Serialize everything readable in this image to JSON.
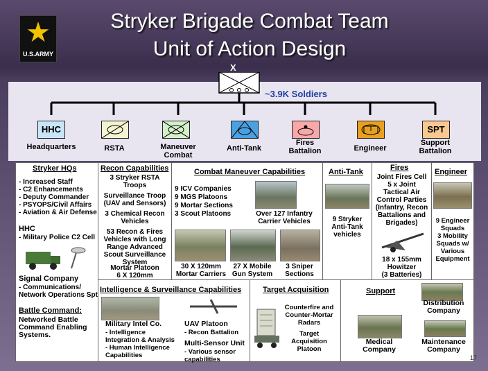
{
  "title_line1": "Stryker Brigade Combat Team",
  "title_line2": "Unit of Action Design",
  "logo_text": "U.S.ARMY",
  "brigade_marker": "X",
  "soldiers": "~3.9K Soldiers",
  "units": [
    {
      "sym": "HHC",
      "label": "Headquarters"
    },
    {
      "sym": "",
      "label": "RSTA"
    },
    {
      "sym": "",
      "label": "Maneuver\nCombat"
    },
    {
      "sym": "",
      "label": "Anti-Tank"
    },
    {
      "sym": "",
      "label": "Fires\nBattalion"
    },
    {
      "sym": "",
      "label": "Engineer"
    },
    {
      "sym": "SPT",
      "label": "Support\nBattalion"
    }
  ],
  "stryker_hqs": {
    "heading": "Stryker HQs",
    "items": [
      "- Increased Staff",
      "- C2 Enhancements",
      "- Deputy Commander",
      "- PSYOPS/Civil Affairs",
      "- Aviation & Air Defense"
    ],
    "hhc": "HHC",
    "mp": "- Military Police C2 Cell",
    "signal": "Signal Company",
    "signal_sub": "- Communications/\nNetwork Operations Spt",
    "battle_heading": "Battle Command:",
    "battle_text": "Networked Battle\nCommand Enabling\nSystems."
  },
  "recon": {
    "heading": "Recon Capabilities",
    "l1": "3 Stryker RSTA\nTroops",
    "l2": "Surveillance Troop\n(UAV and Sensors)",
    "l3": "3 Chemical Recon\nVehicles",
    "l4": "53 Recon & Fires\nVehicles with Long\nRange Advanced\nScout Surveillance\nSystem",
    "l5": "Mortar Platoon\n6 X 120mm"
  },
  "combat": {
    "heading": "Combat Maneuver Capabilities",
    "items": [
      "9 ICV Companies",
      "9 MGS Platoons",
      "9 Mortar Sections",
      "3 Scout Platoons"
    ],
    "ifv": "Over 127 Infantry\nCarrier Vehicles",
    "mortar": "30 X 120mm\nMortar Carriers",
    "mgs": "27 X Mobile\nGun System",
    "sniper": "3 Sniper\nSections"
  },
  "antitank": {
    "heading": "Anti-Tank",
    "text": "9 Stryker\nAnti-Tank\nvehicles"
  },
  "fires": {
    "heading": "Fires",
    "text": "Joint Fires Cell\n5 x Joint\nTactical Air\nControl Parties\n(Infantry, Recon\nBattalions and\nBrigades)",
    "howitzer": "18 x 155mm\nHowitzer\n(3 Batteries)"
  },
  "engineer": {
    "heading": "Engineer",
    "text": "9 Engineer\nSquads\n3 Mobility\nSquads w/\nVarious\nEquipment"
  },
  "intel": {
    "heading": "Intelligence & Surveillance Capabilities",
    "mi": "Military Intel Co.",
    "mi_sub": "- Intelligence\n  Integration & Analysis\n- Human Intelligence\nCapabilities",
    "uav": "UAV Platoon",
    "uav_sub": "- Recon Battalion",
    "msu": "Multi-Sensor Unit",
    "msu_sub": "- Various sensor\ncapabilities"
  },
  "target": {
    "heading": "Target Acquisition",
    "l1": "Counterfire and\nCounter-Mortar\nRadars",
    "l2": "Target\nAcquisition\nPlatoon"
  },
  "support": {
    "heading": "Support",
    "dist": "Distribution\nCompany",
    "med": "Medical\nCompany",
    "maint": "Maintenance\nCompany"
  },
  "page_number": "17",
  "colors": {
    "hhc": "#c8e6f8",
    "rsta": "#f4f4d0",
    "maneuver": "#d4f0c8",
    "antitank": "#4aa0e0",
    "fires": "#f8a8a8",
    "engineer": "#e8a020",
    "spt": "#f8c890"
  }
}
